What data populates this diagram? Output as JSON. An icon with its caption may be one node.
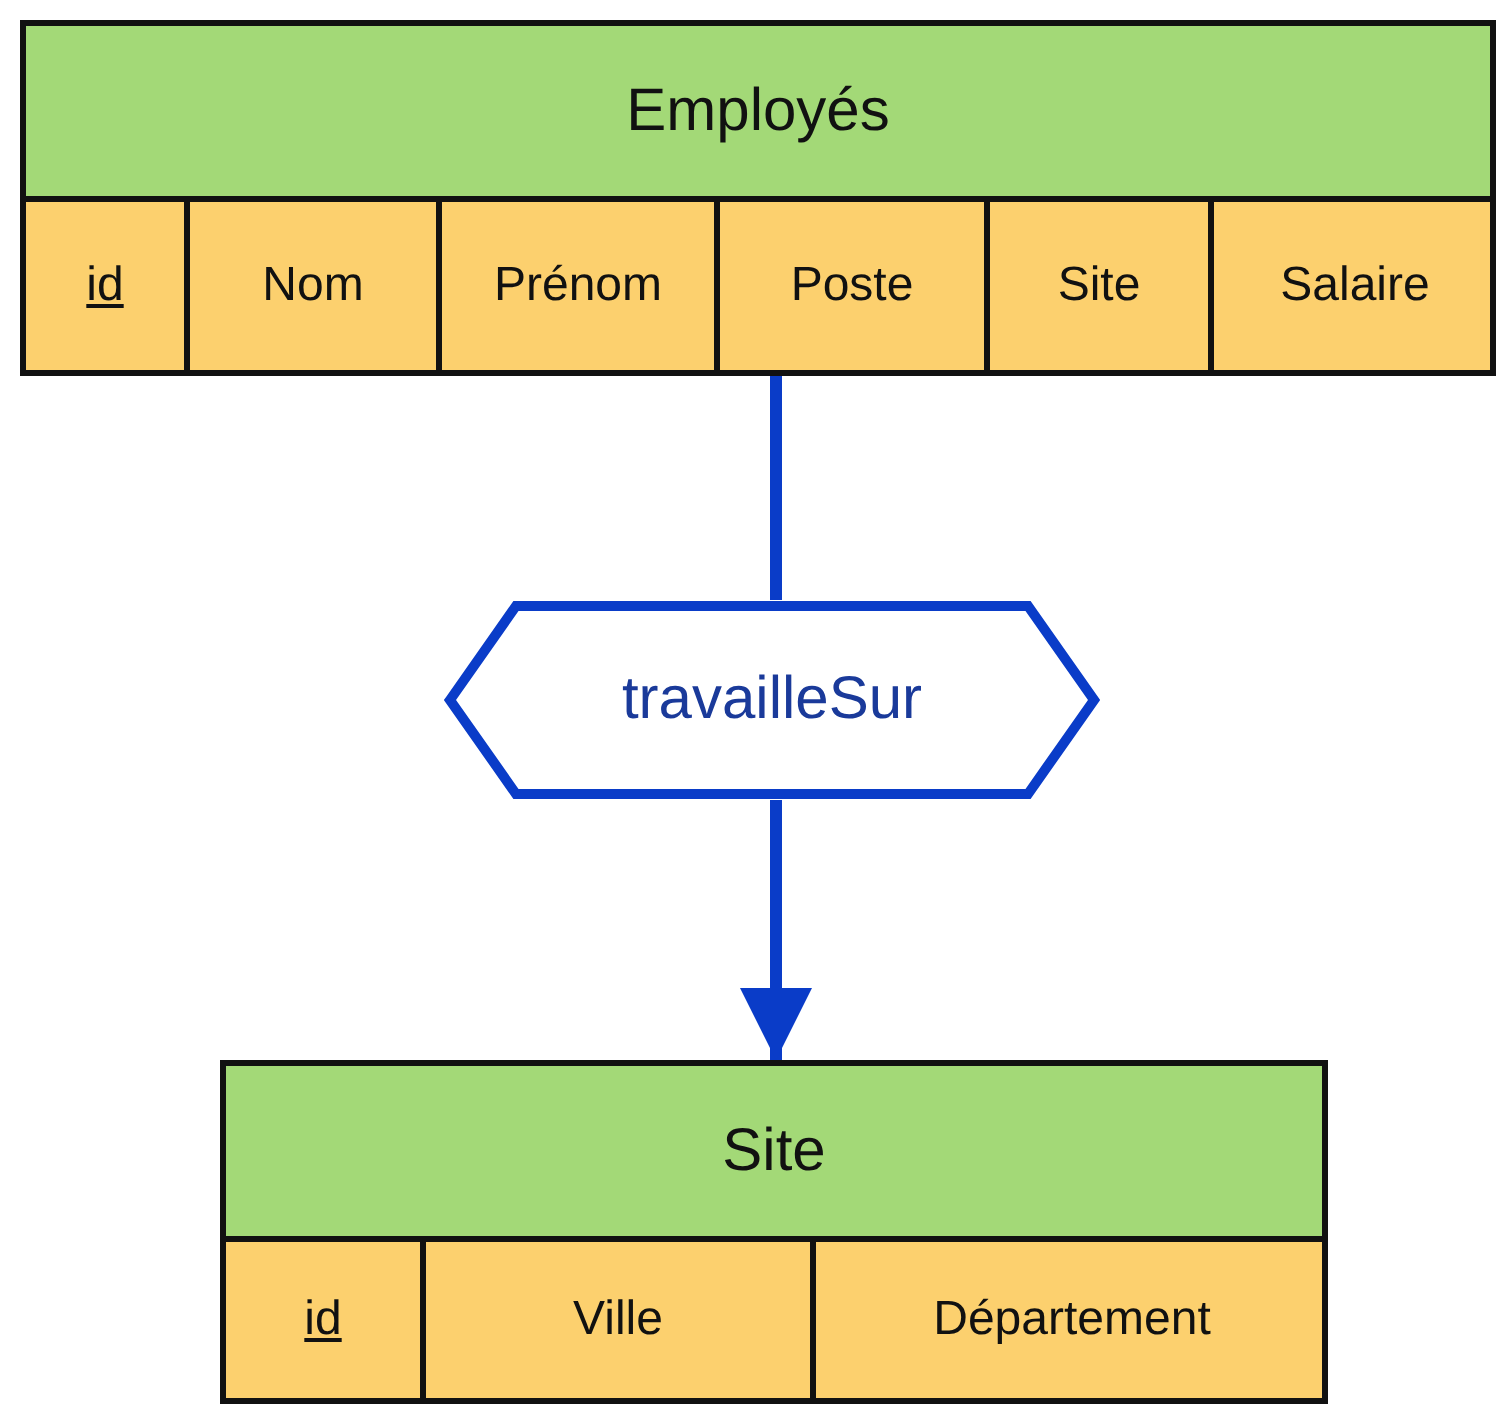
{
  "diagram": {
    "nodes": [
      {
        "text": [
          "Employés"
        ]
      },
      {
        "text": [
          "id"
        ],
        "in": 0
      },
      {
        "text": [
          "Nom"
        ],
        "in": 0
      },
      {
        "text": [
          "Prénom"
        ],
        "in": 0
      },
      {
        "text": [
          "Poste"
        ],
        "in": 0
      },
      {
        "text": [
          "Site"
        ],
        "in": 0
      },
      {
        "text": [
          "Salaire"
        ],
        "in": 0
      },
      {
        "text": [
          "travailleSur"
        ]
      },
      {
        "text": [
          "Site"
        ]
      },
      {
        "text": [
          "id"
        ],
        "in": 8
      },
      {
        "text": [
          "Ville"
        ],
        "in": 8
      },
      {
        "text": [
          "Département"
        ],
        "in": 8
      }
    ],
    "edges": [
      {
        "from": 4,
        "to": 7,
        "arrow": "none",
        "color": "#0a3cc8"
      },
      {
        "from": 7,
        "to": 8,
        "arrow": "to",
        "color": "#0a3cc8"
      }
    ]
  }
}
